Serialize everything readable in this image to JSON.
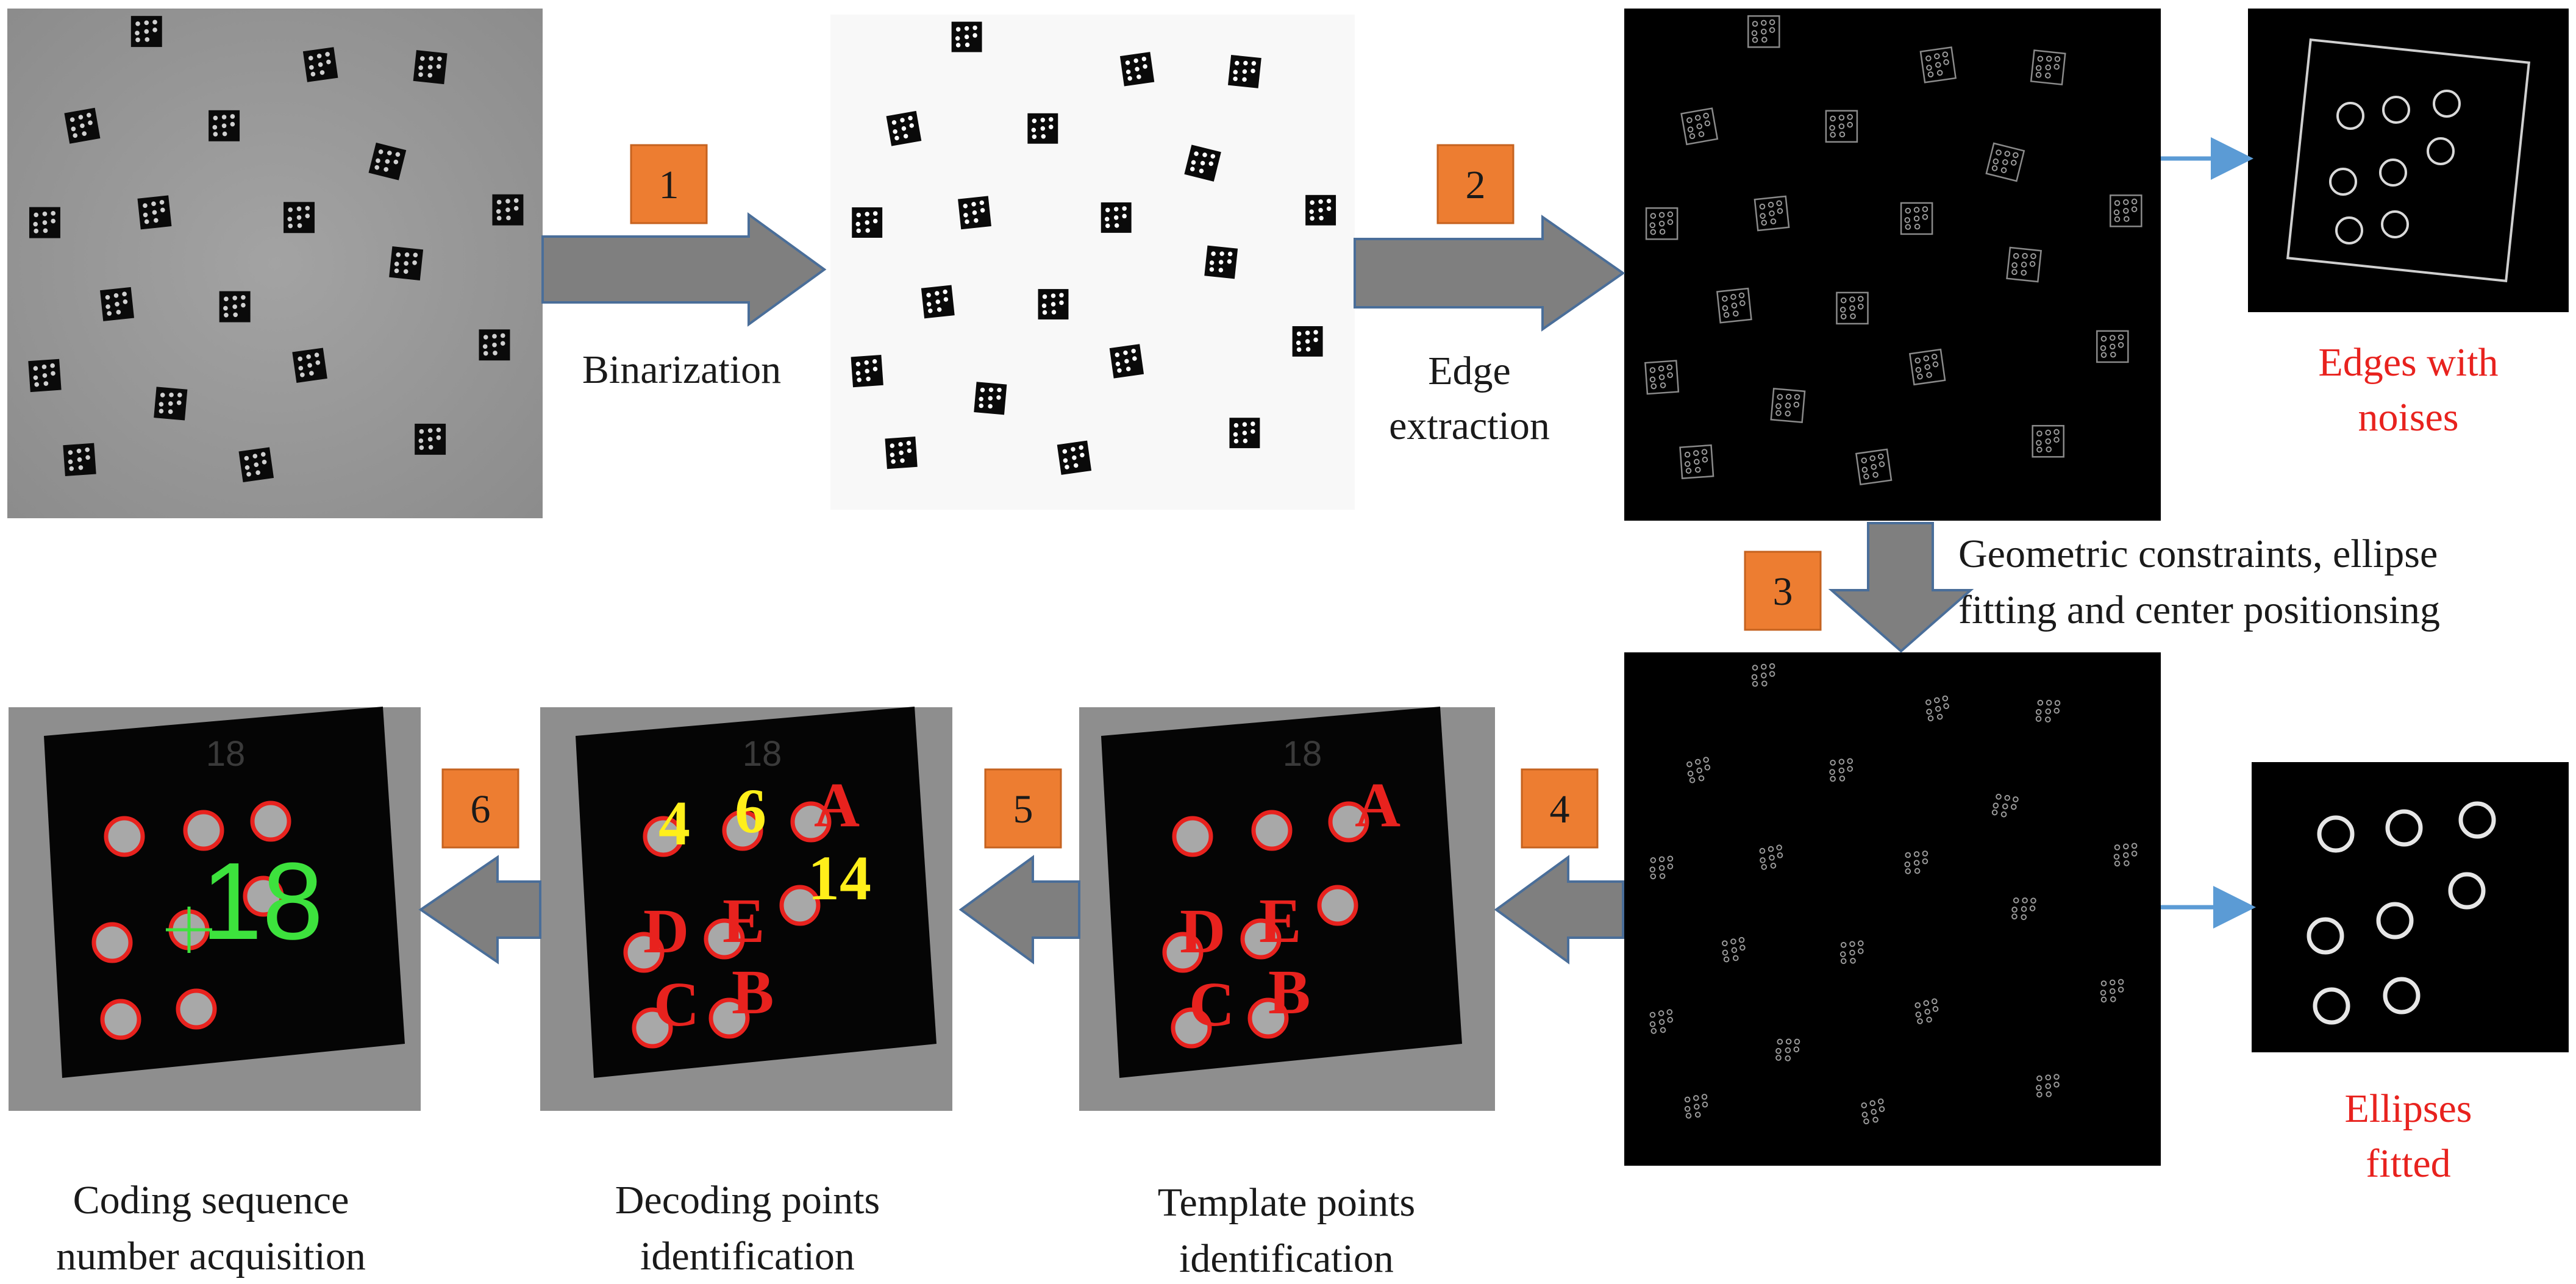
{
  "steps": [
    {
      "number": "1",
      "label": "Binarization"
    },
    {
      "number": "2",
      "label_lines": [
        "Edge",
        "extraction"
      ]
    },
    {
      "number": "3",
      "label_lines": [
        "Geometric constraints, ellipse",
        "fitting and center positionsing"
      ]
    },
    {
      "number": "4"
    },
    {
      "number": "5"
    },
    {
      "number": "6"
    }
  ],
  "annotations": {
    "edges_noise": [
      "Edges with",
      "noises"
    ],
    "ellipses_fitted": [
      "Ellipses",
      "fitted"
    ]
  },
  "bottom_captions": {
    "coding": [
      "Coding sequence",
      "number acquisition"
    ],
    "decoding": [
      "Decoding points",
      "identification"
    ],
    "template": [
      "Template points",
      "identification"
    ]
  },
  "target": {
    "serial": "18",
    "template_letters": [
      "A",
      "B",
      "C",
      "D",
      "E"
    ],
    "decoding_numbers": [
      "4",
      "6",
      "14"
    ],
    "code_result": "18"
  },
  "colors": {
    "step_box": "#ed7d31",
    "flow_arrow_fill": "#7f7f7f",
    "flow_arrow_stroke": "#4a6e99",
    "blue_arrow": "#5b9bd5",
    "red_text": "#e8221e",
    "yellow_text": "#ffef1a",
    "green_text": "#3de23d"
  }
}
